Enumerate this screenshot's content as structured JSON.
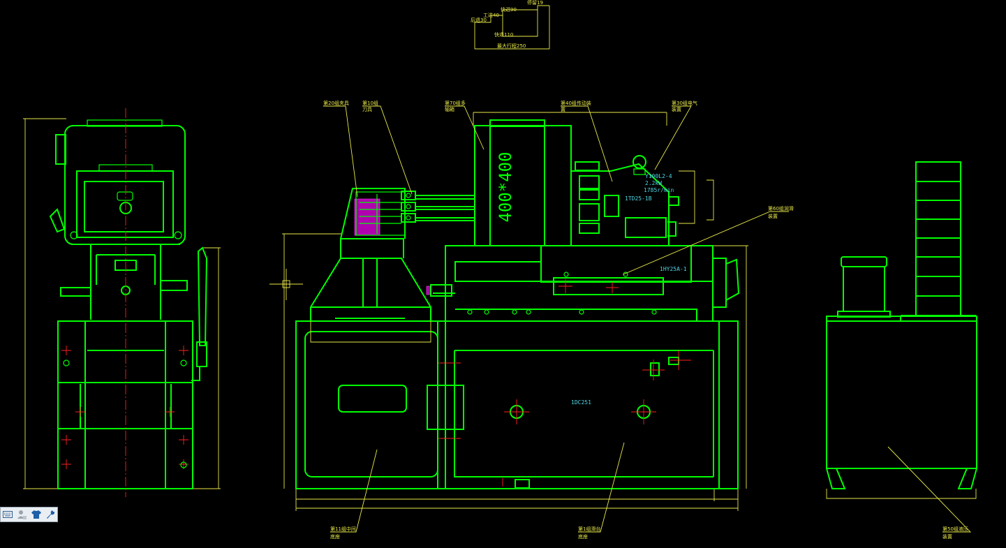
{
  "drawing": {
    "center_main_label": "400*400",
    "sub_table": "1HY25A-1",
    "base_model": "1DC251",
    "motor_model": "1TD25-1B",
    "motor_spec": [
      "Y100L2-4",
      "2.2kW",
      "1785r/min"
    ]
  },
  "annotations": {
    "top_box": {
      "a": "快进90",
      "b": "工进40",
      "c": "后退30",
      "d": "快退110",
      "e": "最大行程250",
      "f": "停留19"
    },
    "leaders": [
      {
        "id": "l1",
        "line1": "第20组夹具",
        "line2": ""
      },
      {
        "id": "l2",
        "line1": "第10组",
        "line2": "刀具"
      },
      {
        "id": "l3",
        "line1": "第70组多",
        "line2": "轴箱"
      },
      {
        "id": "l4",
        "line1": "第40组传动装",
        "line2": "置"
      },
      {
        "id": "l5",
        "line1": "第30组电气",
        "line2": "装置"
      },
      {
        "id": "l6",
        "line1": "第60组润滑",
        "line2": "装置"
      },
      {
        "id": "l7",
        "line1": "第11组中间",
        "line2": "底座"
      },
      {
        "id": "l8",
        "line1": "第1组滑台",
        "line2": "底座"
      },
      {
        "id": "l9",
        "line1": "第50组液压",
        "line2": "装置"
      }
    ]
  },
  "toolbar": {
    "icons": [
      "keyboard-icon",
      "user-icon",
      "shirt-icon",
      "wrench-icon"
    ]
  }
}
